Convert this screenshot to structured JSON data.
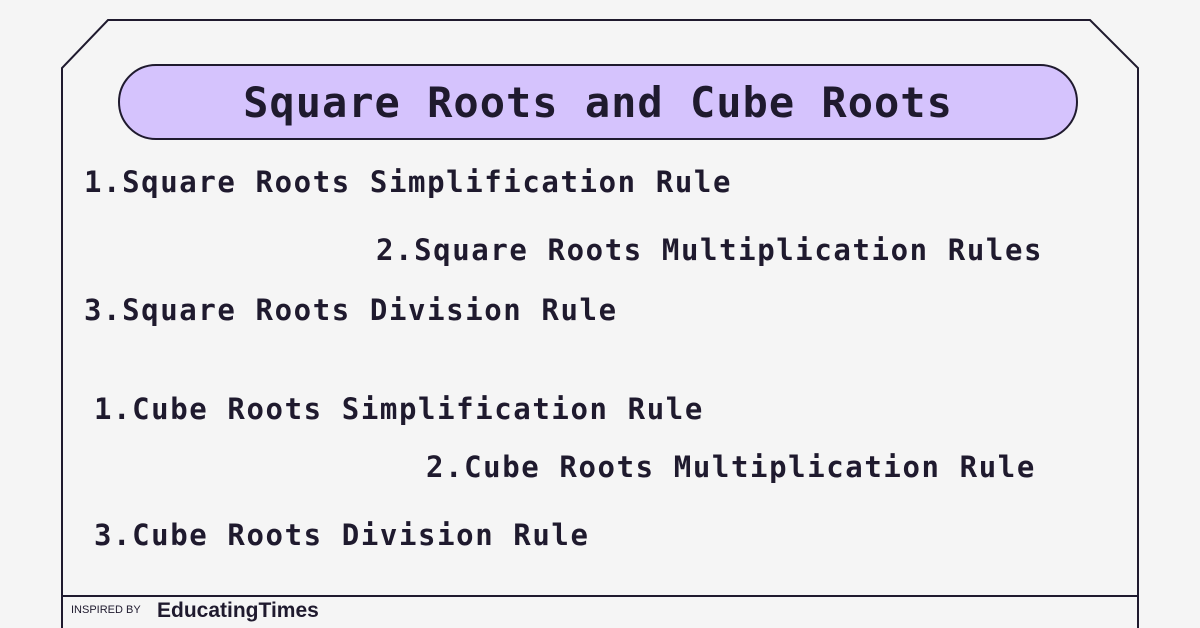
{
  "title": "Square Roots and Cube Roots",
  "square_roots_rules": [
    "1.Square Roots Simplification Rule",
    "2.Square Roots Multiplication Rules",
    "3.Square Roots Division Rule"
  ],
  "cube_roots_rules": [
    "1.Cube Roots Simplification Rule",
    "2.Cube Roots Multiplication Rule",
    "3.Cube Roots Division Rule"
  ],
  "footer": {
    "inspired_by": "INSPIRED BY",
    "brand": "EducatingTimes"
  },
  "colors": {
    "background": "#f5f5f5",
    "title_fill": "#d5c3fd",
    "ink": "#1f1a2e"
  }
}
